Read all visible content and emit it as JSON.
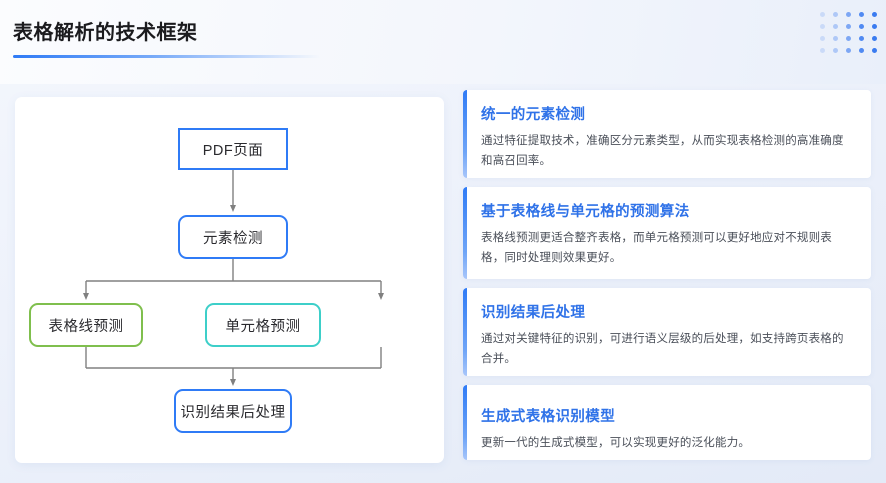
{
  "header": {
    "title": "表格解析的技术框架",
    "decoration": "dot-grid"
  },
  "flow": {
    "nodes": [
      {
        "id": "pdf",
        "label": "PDF页面",
        "shape": "rect",
        "color": "#2f7bf6"
      },
      {
        "id": "elem",
        "label": "元素检测",
        "shape": "round-rect",
        "color": "#2f7bf6"
      },
      {
        "id": "line",
        "label": "表格线预测",
        "shape": "round-rect",
        "color": "#7fbf4d"
      },
      {
        "id": "cell",
        "label": "单元格预测",
        "shape": "round-rect",
        "color": "#3dcfc9"
      },
      {
        "id": "post",
        "label": "识别结果后处理",
        "shape": "round-rect",
        "color": "#2f7bf6"
      }
    ],
    "edges": [
      {
        "from": "pdf",
        "to": "elem"
      },
      {
        "from": "elem",
        "to": "line"
      },
      {
        "from": "elem",
        "to": "cell"
      },
      {
        "from": "line",
        "to": "post"
      },
      {
        "from": "cell",
        "to": "post"
      }
    ],
    "connector_color": "#808080"
  },
  "cards": [
    {
      "title": "统一的元素检测",
      "body": "通过特征提取技术，准确区分元素类型，从而实现表格检测的高准确度和高召回率。"
    },
    {
      "title": "基于表格线与单元格的预测算法",
      "body": "表格线预测更适合整齐表格，而单元格预测可以更好地应对不规则表格，同时处理则效果更好。"
    },
    {
      "title": "识别结果后处理",
      "body": "通过对关键特征的识别，可进行语义层级的后处理，如支持跨页表格的合并。"
    },
    {
      "title": "生成式表格识别模型",
      "body": "更新一代的生成式模型，可以实现更好的泛化能力。"
    }
  ],
  "colors": {
    "accent": "#2f7bf6",
    "title_blue": "#2f72e8",
    "green": "#7fbf4d",
    "teal": "#3dcfc9",
    "background": "#eef2fb",
    "card_bg": "#ffffff"
  }
}
